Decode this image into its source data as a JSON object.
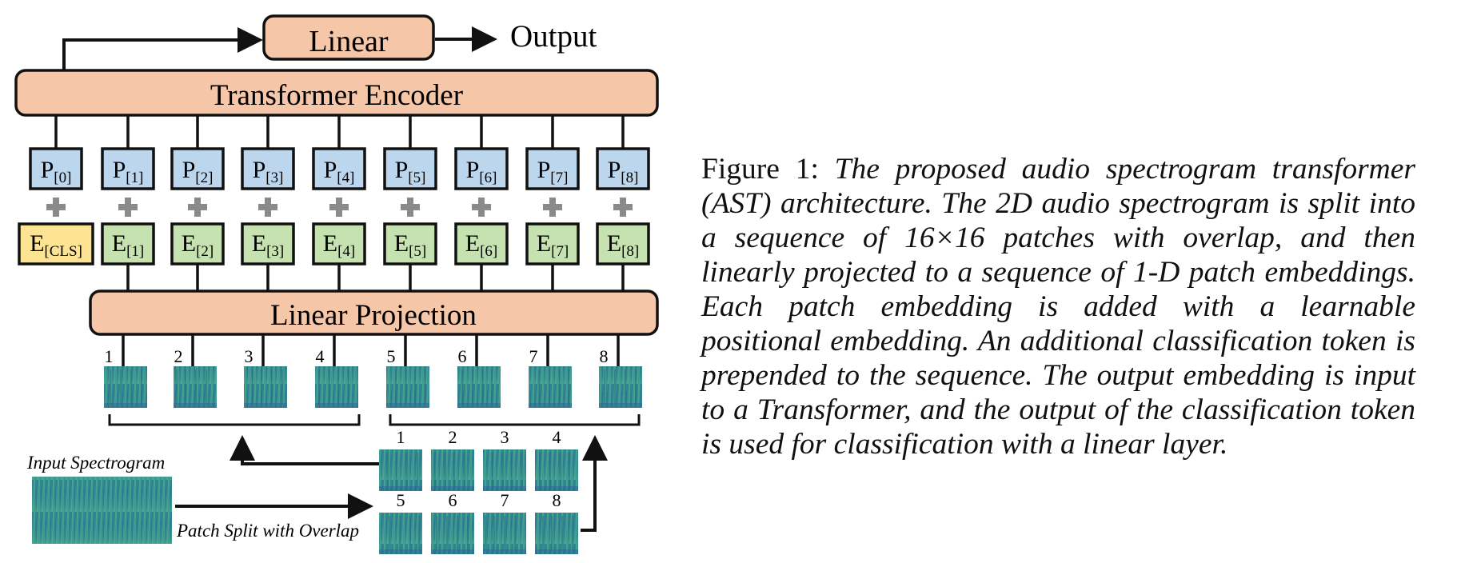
{
  "diagram": {
    "linear_label": "Linear",
    "output_label": "Output",
    "encoder_label": "Transformer Encoder",
    "projection_label": "Linear Projection",
    "input_label": "Input Spectrogram",
    "split_label": "Patch Split with Overlap",
    "position_tokens": [
      "[0]",
      "[1]",
      "[2]",
      "[3]",
      "[4]",
      "[5]",
      "[6]",
      "[7]",
      "[8]"
    ],
    "position_prefix": "P",
    "embedding_tokens": [
      "[CLS]",
      "[1]",
      "[2]",
      "[3]",
      "[4]",
      "[5]",
      "[6]",
      "[7]",
      "[8]"
    ],
    "embedding_prefix": "E",
    "patch_numbers": [
      "1",
      "2",
      "3",
      "4",
      "5",
      "6",
      "7",
      "8"
    ],
    "colors": {
      "block": "#f6c6a8",
      "position": "#bcd6ee",
      "embedding": "#c6e2b0",
      "cls": "#fde493",
      "plus": "#8a8a8a",
      "spectrogram_dark": "#2b6f8e",
      "spectrogram_light": "#4fb78c"
    }
  },
  "caption": {
    "label": "Figure 1:",
    "text": "The proposed audio spectrogram transformer (AST) architecture. The 2D audio spectrogram is split into a sequence of 16×16 patches with overlap, and then linearly projected to a sequence of 1-D patch embeddings. Each patch embedding is added with a learnable positional embedding. An additional classification token is prepended to the sequence. The output embedding is input to a Transformer, and the output of the classification token is used for classification with a linear layer."
  }
}
